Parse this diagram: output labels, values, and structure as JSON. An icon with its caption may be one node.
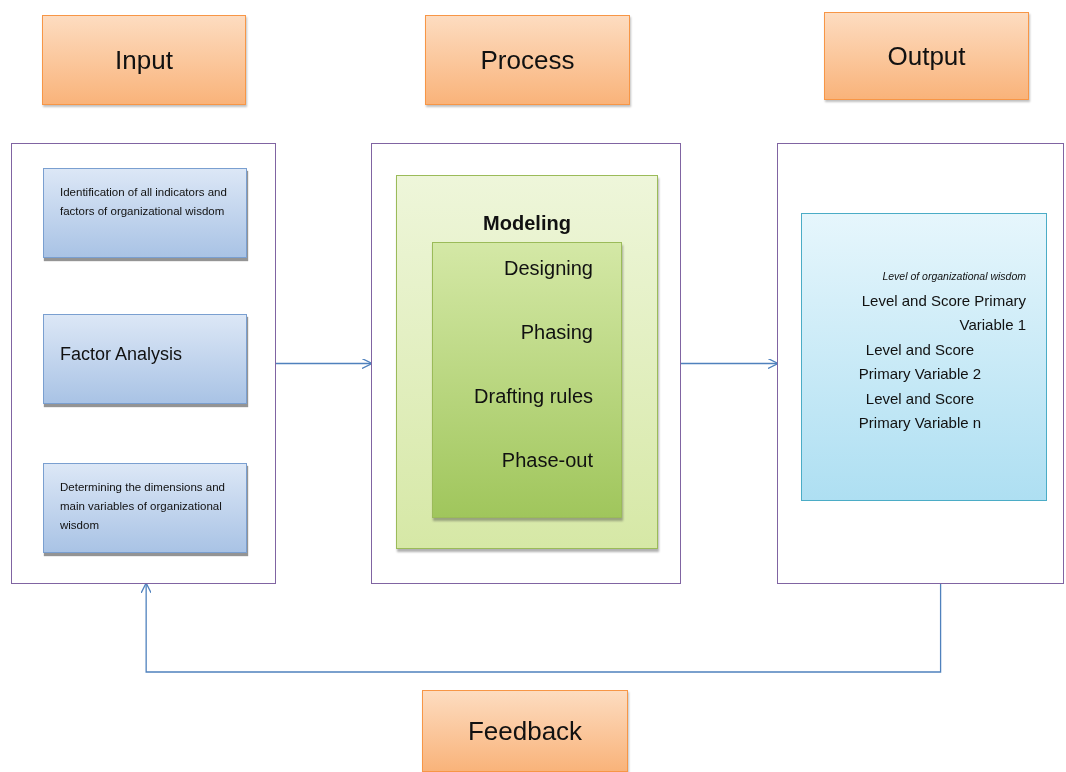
{
  "diagram": {
    "nodes": [
      {
        "text": [
          "Input"
        ]
      },
      {
        "text": [
          "Process"
        ]
      },
      {
        "text": [
          "Output"
        ]
      },
      {
        "text": [],
        "shape": "box"
      },
      {
        "text": [
          "Identification of all indicators and factors of organizational wisdom"
        ],
        "in": 3
      },
      {
        "text": [
          "Factor Analysis"
        ],
        "in": 3
      },
      {
        "text": [
          "Determining the dimensions and main variables of organizational wisdom"
        ],
        "in": 3
      },
      {
        "text": [],
        "shape": "box"
      },
      {
        "text": [
          "Modeling"
        ],
        "in": 7
      },
      {
        "text": [
          "Designing",
          "Phasing",
          "Drafting rules",
          "Phase-out"
        ],
        "in": 8
      },
      {
        "text": [],
        "shape": "box"
      },
      {
        "text": [
          "Level of organizational wisdom",
          "Level and Score Primary Variable 1",
          "Level and Score Primary Variable 2",
          "Level and Score Primary Variable n"
        ],
        "in": 10
      },
      {
        "text": [
          "Feedback"
        ]
      }
    ],
    "edges": [
      {
        "from": 3,
        "to": 7,
        "arrow": "to"
      },
      {
        "from": 7,
        "to": 10,
        "arrow": "to"
      },
      {
        "from": 10,
        "to": 3,
        "arrow": "to"
      }
    ]
  }
}
